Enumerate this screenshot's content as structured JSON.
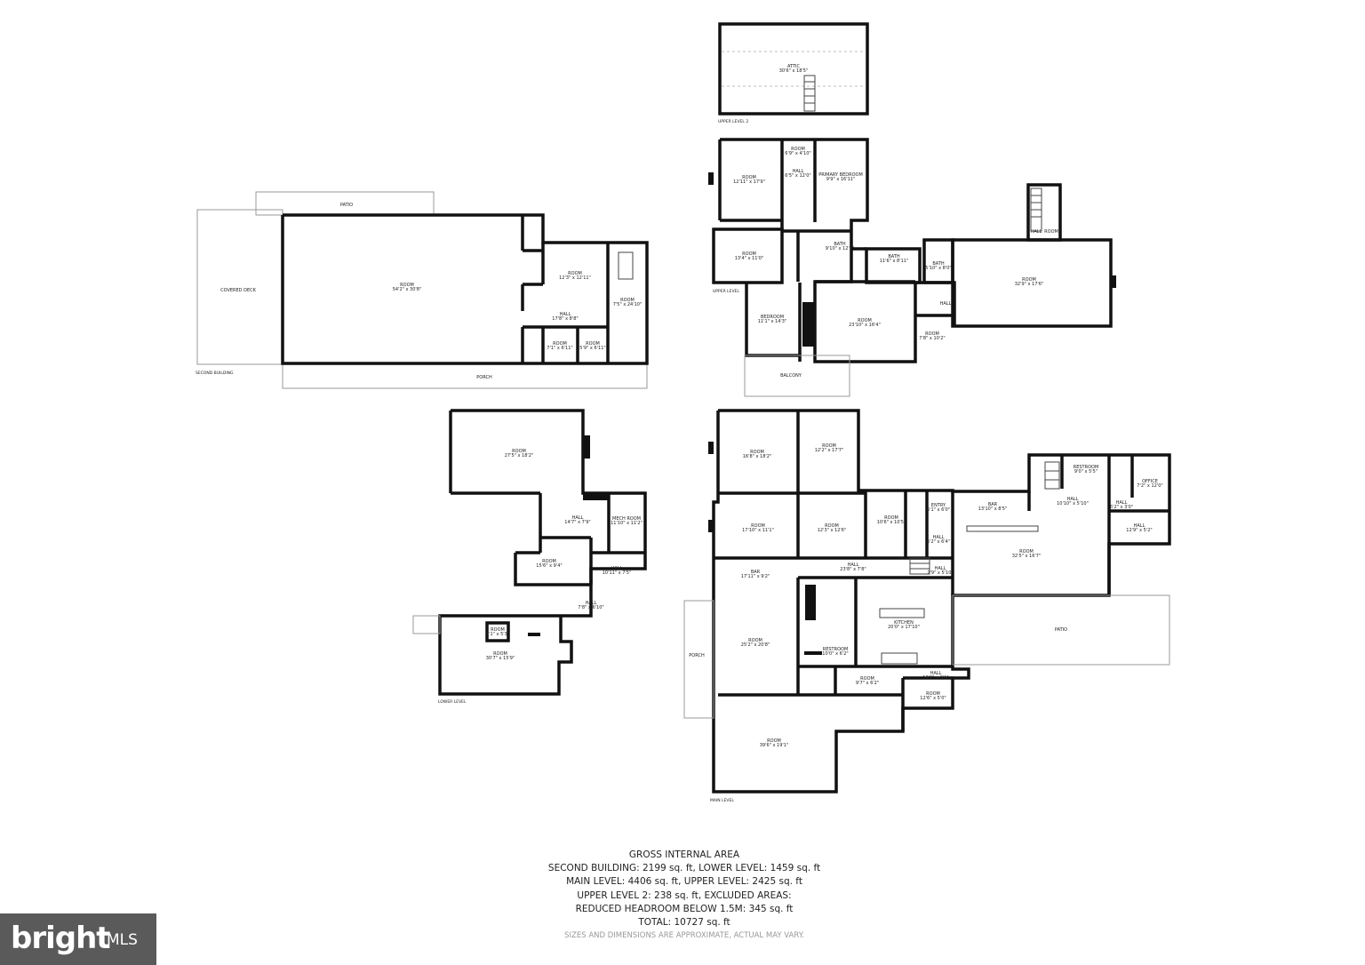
{
  "summary": {
    "heading": "GROSS INTERNAL AREA",
    "line1": "SECOND BUILDING: 2199 sq. ft, LOWER LEVEL: 1459 sq. ft",
    "line2": "MAIN LEVEL: 4406 sq. ft, UPPER LEVEL: 2425 sq. ft",
    "line3": "UPPER LEVEL 2: 238 sq. ft, EXCLUDED AREAS:",
    "line4": "REDUCED HEADROOM BELOW 1.5M: 345 sq. ft",
    "line5": "TOTAL: 10727 sq. ft",
    "note": "SIZES AND DIMENSIONS ARE APPROXIMATE, ACTUAL MAY VARY."
  },
  "brand": {
    "name": "bright",
    "suffix": "MLS"
  },
  "levels": {
    "upper2": "UPPER LEVEL 2",
    "upper": "UPPER LEVEL",
    "second": "SECOND BUILDING",
    "lower": "LOWER LEVEL",
    "main": "MAIN LEVEL"
  },
  "second_building": {
    "patio": "PATIO",
    "covered_deck": "COVERED DECK",
    "room_main": {
      "name": "ROOM",
      "dim": "54'2\" x 30'8\""
    },
    "room_a": {
      "name": "ROOM",
      "dim": "12'3\" x 12'11\""
    },
    "room_b": {
      "name": "ROOM",
      "dim": "7'5\" x 24'10\""
    },
    "hall": {
      "name": "HALL",
      "dim": "17'8\" x 8'8\""
    },
    "room_c": {
      "name": "ROOM",
      "dim": "7'1\" x 6'11\""
    },
    "room_d": {
      "name": "ROOM",
      "dim": "5'9\" x 6'11\""
    },
    "porch": "PORCH"
  },
  "upper2": {
    "attic": {
      "name": "ATTIC",
      "dim": "30'6\" x 18'5\""
    }
  },
  "upper": {
    "room1": {
      "name": "ROOM",
      "dim": "12'11\" x 17'9\""
    },
    "room2": {
      "name": "ROOM",
      "dim": "6'9\" x 4'10\""
    },
    "hall": {
      "name": "HALL",
      "dim": "6'5\" x 12'0\""
    },
    "primary": {
      "name": "PRIMARY BEDROOM",
      "dim": "9'9\" x 16'11\""
    },
    "room3": {
      "name": "ROOM",
      "dim": "13'4\" x 11'0\""
    },
    "bath1": {
      "name": "BATH",
      "dim": "9'10\" x 12'7\""
    },
    "bath2": {
      "name": "BATH",
      "dim": "11'6\" x 8'11\""
    },
    "bath3": {
      "name": "BATH",
      "dim": "5'10\" x 8'0\""
    },
    "room4": {
      "name": "ROOM",
      "dim": "32'9\" x 17'6\""
    },
    "hall_a": "HALL",
    "room_small": "ROOM",
    "hall_b": "HALL",
    "bedroom": {
      "name": "BEDROOM",
      "dim": "11'1\" x 14'3\""
    },
    "room5": {
      "name": "ROOM",
      "dim": "23'10\" x 16'4\""
    },
    "room6": {
      "name": "ROOM",
      "dim": "7'8\" x 10'2\""
    },
    "balcony": "BALCONY"
  },
  "lower": {
    "room1": {
      "name": "ROOM",
      "dim": "27'5\" x 18'2\""
    },
    "hall1": {
      "name": "HALL",
      "dim": "14'7\" x 7'9\""
    },
    "mech": {
      "name": "MECH ROOM",
      "dim": "11'10\" x 11'2\""
    },
    "room2": {
      "name": "ROOM",
      "dim": "15'6\" x 9'4\""
    },
    "hall2": {
      "name": "HALL",
      "dim": "10'11\" x 7'5\""
    },
    "hall3": {
      "name": "HALL",
      "dim": "7'8\" x 6'10\""
    },
    "room3": {
      "name": "ROOM",
      "dim": "5'1\" x 5'3\""
    },
    "room4": {
      "name": "ROOM",
      "dim": "30'7\" x 15'9\""
    }
  },
  "main": {
    "room1": {
      "name": "ROOM",
      "dim": "16'8\" x 18'2\""
    },
    "room2": {
      "name": "ROOM",
      "dim": "12'2\" x 17'7\""
    },
    "restroom1": {
      "name": "RESTROOM",
      "dim": "9'0\" x 5'5\""
    },
    "office": {
      "name": "OFFICE",
      "dim": "7'2\" x 12'0\""
    },
    "room3": {
      "name": "ROOM",
      "dim": "17'10\" x 11'1\""
    },
    "room4": {
      "name": "ROOM",
      "dim": "12'3\" x 12'6\""
    },
    "room5": {
      "name": "ROOM",
      "dim": "10'6\" x 10'5\""
    },
    "entry": {
      "name": "ENTRY",
      "dim": "6'1\" x 6'0\""
    },
    "bar1": {
      "name": "BAR",
      "dim": "13'10\" x 8'5\""
    },
    "hall1": {
      "name": "HALL",
      "dim": "10'10\" x 5'10\""
    },
    "hall2": {
      "name": "HALL",
      "dim": "6'2\" x 3'0\""
    },
    "hall3": {
      "name": "HALL",
      "dim": "12'9\" x 5'2\""
    },
    "hall4": {
      "name": "HALL",
      "dim": "6'2\" x 6'4\""
    },
    "room6": {
      "name": "ROOM",
      "dim": "32'5\" x 16'7\""
    },
    "bar2": {
      "name": "BAR",
      "dim": "17'11\" x 9'2\""
    },
    "hall5": {
      "name": "HALL",
      "dim": "23'8\" x 7'8\""
    },
    "hall6": {
      "name": "HALL",
      "dim": "2'9\" x 5'10\""
    },
    "kitchen": {
      "name": "KITCHEN",
      "dim": "20'0\" x 17'10\""
    },
    "porch1": "PORCH",
    "room7": {
      "name": "ROOM",
      "dim": "25'2\" x 20'8\""
    },
    "restroom2": {
      "name": "RESTROOM",
      "dim": "10'0\" x 6'2\""
    },
    "patio": "PATIO",
    "room8": {
      "name": "ROOM",
      "dim": "9'7\" x 6'2\""
    },
    "hall7": {
      "name": "HALL",
      "dim": "13'0\" x 3'1\""
    },
    "room9": {
      "name": "ROOM",
      "dim": "12'6\" x 5'0\""
    },
    "room10": {
      "name": "ROOM",
      "dim": "39'6\" x 19'1\""
    }
  }
}
